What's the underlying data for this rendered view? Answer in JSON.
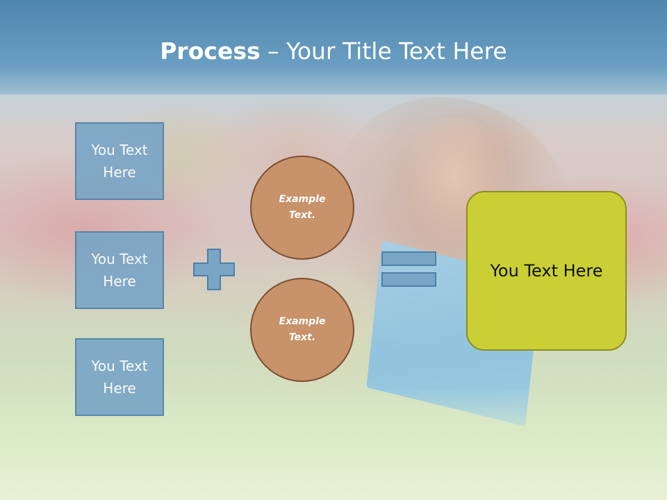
{
  "slide": {
    "title": {
      "bold": "Process",
      "rest": " – Your Title Text Here"
    },
    "boxes": [
      {
        "text": "You Text Here"
      },
      {
        "text": "You Text Here"
      },
      {
        "text": "You Text Here"
      }
    ],
    "circles": [
      {
        "text": "Example Text."
      },
      {
        "text": "Example Text."
      }
    ],
    "result": {
      "text": "You Text Here"
    }
  },
  "colors": {
    "header": "#5b91b8",
    "box_fill": "#7aa6c6",
    "box_border": "#4d7fa6",
    "circle_fill": "#c8926a",
    "circle_border": "#7a4f33",
    "result_fill": "#cacf35",
    "result_border": "#8a8e1e",
    "operator_fill": "#7aa6c6"
  },
  "icons": [
    "plus-icon",
    "equals-icon"
  ]
}
